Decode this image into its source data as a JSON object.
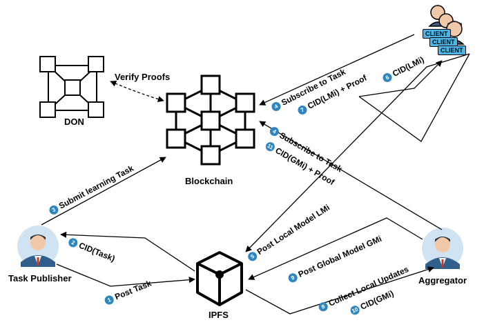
{
  "nodes": {
    "don": "DON",
    "blockchain": "Blockchain",
    "ipfs": "IPFS",
    "task_publisher": "Task Publisher",
    "aggregator": "Aggregator",
    "client_tag": "CLIENT"
  },
  "edges": {
    "verify_proofs": "Verify Proofs",
    "s1": {
      "num": "1",
      "text": "Post Task"
    },
    "s2": {
      "num": "2",
      "text": "CID(Task)"
    },
    "s3": {
      "num": "3",
      "text": "Submit learning Task"
    },
    "s4": {
      "num": "4",
      "text": "Subscribe to Task"
    },
    "s5": {
      "num": "5",
      "text": "Post Local Model LMi"
    },
    "s6": {
      "num": "6",
      "text": "CID(LMi)"
    },
    "s7": {
      "num": "7",
      "text": "CID(LMi) + Proof"
    },
    "s8": {
      "num": "8",
      "text": "Collect Local Updates"
    },
    "s9": {
      "num": "9",
      "text": "Post Global Model GMi"
    },
    "s10": {
      "num": "10",
      "text": "CID(GMi)"
    },
    "s11": {
      "num": "11",
      "text": "CID(GMi) + Proof"
    },
    "s4b": {
      "num": "4",
      "text": "Subscribe to Task"
    }
  },
  "colors": {
    "badge": "#2e86c1",
    "client": "#4db6e6",
    "avatar": "#cfe3f3"
  }
}
